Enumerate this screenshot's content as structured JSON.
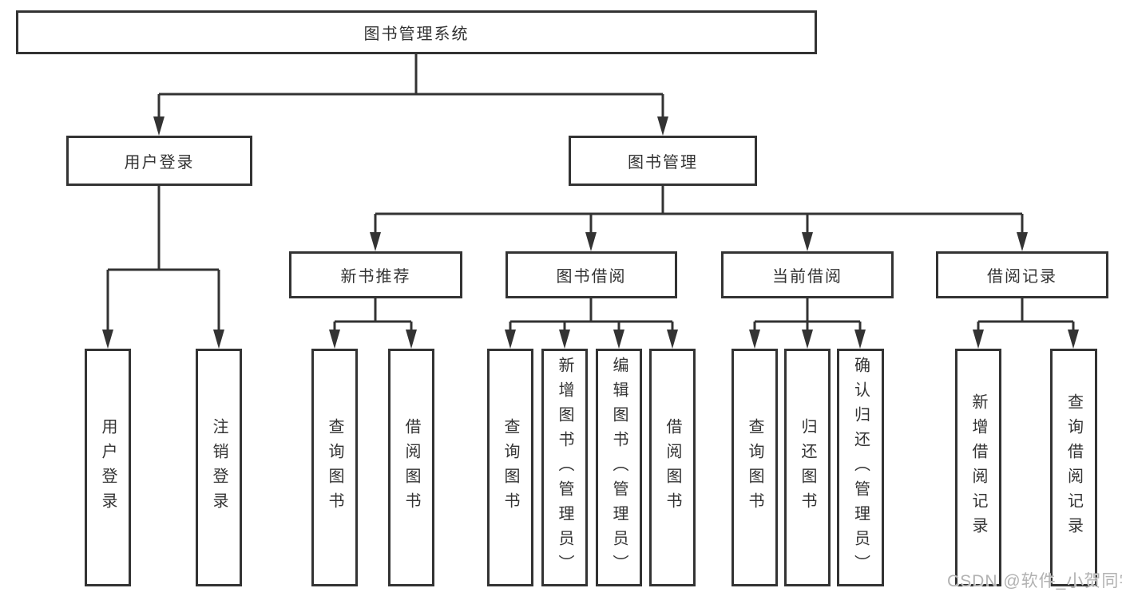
{
  "diagram": {
    "title": "图书管理系统",
    "colors": {
      "line": "#333333",
      "text": "#333333",
      "background": "#ffffff",
      "watermark": "#b2b2b2"
    },
    "nodes": {
      "root": "图书管理系统",
      "user_login": "用户登录",
      "book_management": "图书管理",
      "new_book_recommend": "新书推荐",
      "book_borrow": "图书借阅",
      "current_borrow": "当前借阅",
      "borrow_records": "借阅记录",
      "leaf_user_login": "用户登录",
      "leaf_logout": "注销登录",
      "leaf_newrec_query_books": "查询图书",
      "leaf_newrec_borrow_books": "借阅图书",
      "leaf_borrow_query_books": "查询图书",
      "leaf_borrow_add_books": "新增图书（管理员）",
      "leaf_borrow_edit_books": "编辑图书（管理员）",
      "leaf_borrow_borrow_books": "借阅图书",
      "leaf_current_query_books": "查询图书",
      "leaf_current_return_books": "归还图书",
      "leaf_current_confirm_return": "确认归还（管理员）",
      "leaf_records_add_record": "新增借阅记录",
      "leaf_records_query_record": "查询借阅记录"
    }
  },
  "watermark": {
    "text": "CSDN @软件_小贺同学"
  }
}
